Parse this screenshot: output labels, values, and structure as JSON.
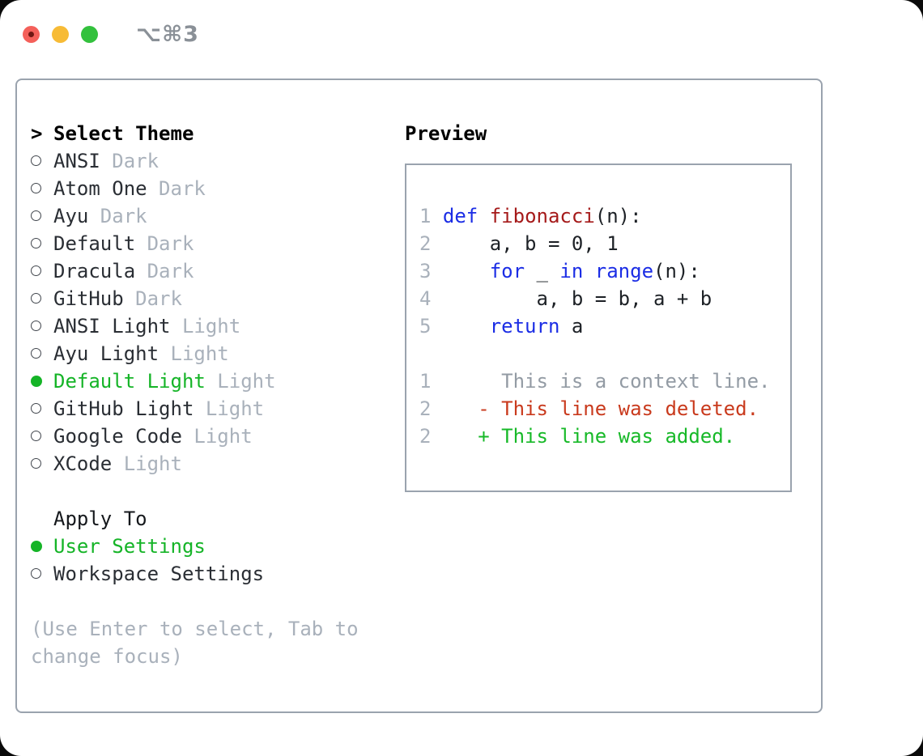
{
  "window": {
    "title": "⌥⌘3"
  },
  "colors": {
    "accent_green": "#15b427",
    "added_green": "#17b928",
    "deleted_red": "#c93a1d",
    "keyword_blue": "#1b2de5",
    "function_red": "#a51a1a",
    "muted_gray": "#a9b1bb",
    "context_gray": "#939ba4",
    "text_dark": "#24282e",
    "border_gray": "#9aa3ae",
    "title_gray": "#8a9097",
    "traffic_red": "#f4605a",
    "traffic_yellow": "#f7bb36",
    "traffic_green": "#33c13d",
    "traffic_red_dot": "#6f1713"
  },
  "theme_panel": {
    "header": "Select Theme",
    "header_prefix": ">",
    "items": [
      {
        "name": "ANSI",
        "variant": "Dark",
        "selected": false
      },
      {
        "name": "Atom One",
        "variant": "Dark",
        "selected": false
      },
      {
        "name": "Ayu",
        "variant": "Dark",
        "selected": false
      },
      {
        "name": "Default",
        "variant": "Dark",
        "selected": false
      },
      {
        "name": "Dracula",
        "variant": "Dark",
        "selected": false
      },
      {
        "name": "GitHub",
        "variant": "Dark",
        "selected": false
      },
      {
        "name": "ANSI Light",
        "variant": "Light",
        "selected": false
      },
      {
        "name": "Ayu Light",
        "variant": "Light",
        "selected": false
      },
      {
        "name": "Default Light",
        "variant": "Light",
        "selected": true
      },
      {
        "name": "GitHub Light",
        "variant": "Light",
        "selected": false
      },
      {
        "name": "Google Code",
        "variant": "Light",
        "selected": false
      },
      {
        "name": "XCode",
        "variant": "Light",
        "selected": false
      }
    ],
    "apply_to": {
      "header": "Apply To",
      "options": [
        {
          "label": "User Settings",
          "selected": true
        },
        {
          "label": "Workspace Settings",
          "selected": false
        }
      ]
    },
    "help_lines": [
      "(Use Enter to select, Tab to",
      "change focus)"
    ]
  },
  "preview": {
    "header": "Preview",
    "lines": [
      [
        [
          "gut",
          "1 "
        ],
        [
          "kw",
          "def"
        ],
        [
          "pl",
          " "
        ],
        [
          "fn",
          "fibonacci"
        ],
        [
          "pl",
          "(n):"
        ]
      ],
      [
        [
          "gut",
          "2 "
        ],
        [
          "pl",
          "    a, b = 0, 1"
        ]
      ],
      [
        [
          "gut",
          "3 "
        ],
        [
          "pl",
          "    "
        ],
        [
          "kw",
          "for"
        ],
        [
          "pl",
          " _ "
        ],
        [
          "kw",
          "in"
        ],
        [
          "pl",
          " "
        ],
        [
          "kw",
          "range"
        ],
        [
          "pl",
          "(n):"
        ]
      ],
      [
        [
          "gut",
          "4 "
        ],
        [
          "pl",
          "        a, b = b, a + b"
        ]
      ],
      [
        [
          "gut",
          "5 "
        ],
        [
          "pl",
          "    "
        ],
        [
          "kw",
          "return"
        ],
        [
          "pl",
          " a"
        ]
      ],
      [],
      [
        [
          "gut",
          "1"
        ],
        [
          "ctx",
          "      This is a context line."
        ]
      ],
      [
        [
          "gut",
          "2"
        ],
        [
          "del",
          "    - This line was deleted."
        ]
      ],
      [
        [
          "gut",
          "2"
        ],
        [
          "add",
          "    + This line was added."
        ]
      ]
    ]
  }
}
